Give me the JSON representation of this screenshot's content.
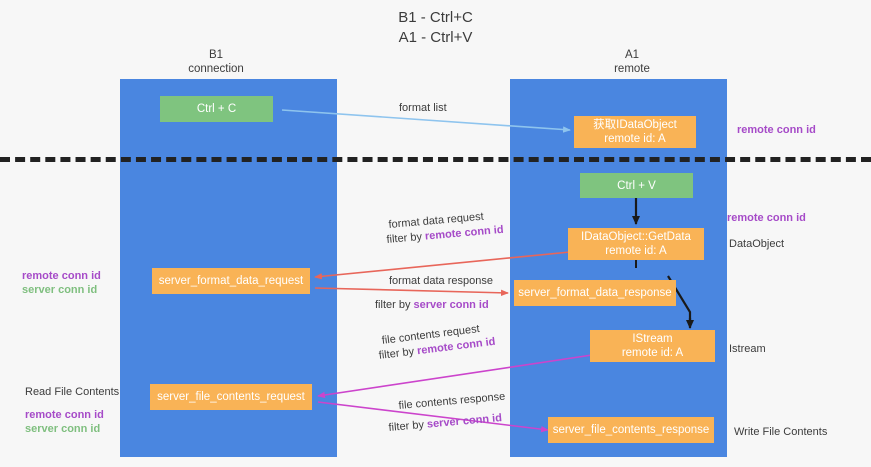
{
  "title": "B1 - Ctrl+C\nA1 - Ctrl+V",
  "lanes": [
    {
      "id": "b1",
      "title": "B1\nconnection"
    },
    {
      "id": "a1",
      "title": "A1\nremote"
    }
  ],
  "nodes": {
    "ctrl_c": "Ctrl + C",
    "get_idataobject": "获取IDataObject\nremote id: A",
    "ctrl_v": "Ctrl + V",
    "idataobject_getdata": "IDataObject::GetData\nremote id: A",
    "server_format_data_request": "server_format_data_request",
    "server_format_data_response": "server_format_data_response",
    "istream": "IStream\nremote id: A",
    "server_file_contents_request": "server_file_contents_request",
    "server_file_contents_response": "server_file_contents_response"
  },
  "edge_labels": {
    "format_list": "format list",
    "format_data_request": "format data request",
    "format_data_request_filter_prefix": "filter by ",
    "format_data_request_filter_key": "remote conn id",
    "format_data_response": "format data response",
    "format_data_response_filter_prefix": "filter by ",
    "format_data_response_filter_key": "server conn id",
    "file_contents_request": "file contents request",
    "file_contents_request_filter_prefix": "filter by ",
    "file_contents_request_filter_key": "remote conn id",
    "file_contents_response": "file contents response",
    "file_contents_response_filter_prefix": "filter by ",
    "file_contents_response_filter_key": "server conn id"
  },
  "side_labels": {
    "right_remote_conn_id_top": "remote conn id",
    "right_remote_conn_id_middle": "remote conn id",
    "right_dataobject": "DataObject",
    "right_istream": "Istream",
    "right_write_file_contents": "Write File Contents",
    "left_remote_conn_id_middle": "remote conn id",
    "left_server_conn_id_middle": "server conn id",
    "left_read_file_contents": "Read File Contents",
    "left_remote_conn_id_bottom": "remote conn id",
    "left_server_conn_id_bottom": "server conn id"
  },
  "colors": {
    "lane": "#4a86e0",
    "node_green": "#7fc47f",
    "node_orange": "#f9b356",
    "highlight_purple": "#a64bc8",
    "highlight_green": "#7fbf7f",
    "arrow_format_list": "#8ec4ee",
    "arrow_format_data": "#e8665a",
    "arrow_file_contents": "#cc44cc",
    "arrow_black": "#1a1a1a",
    "divider": "#222222",
    "background": "#f7f7f7"
  }
}
